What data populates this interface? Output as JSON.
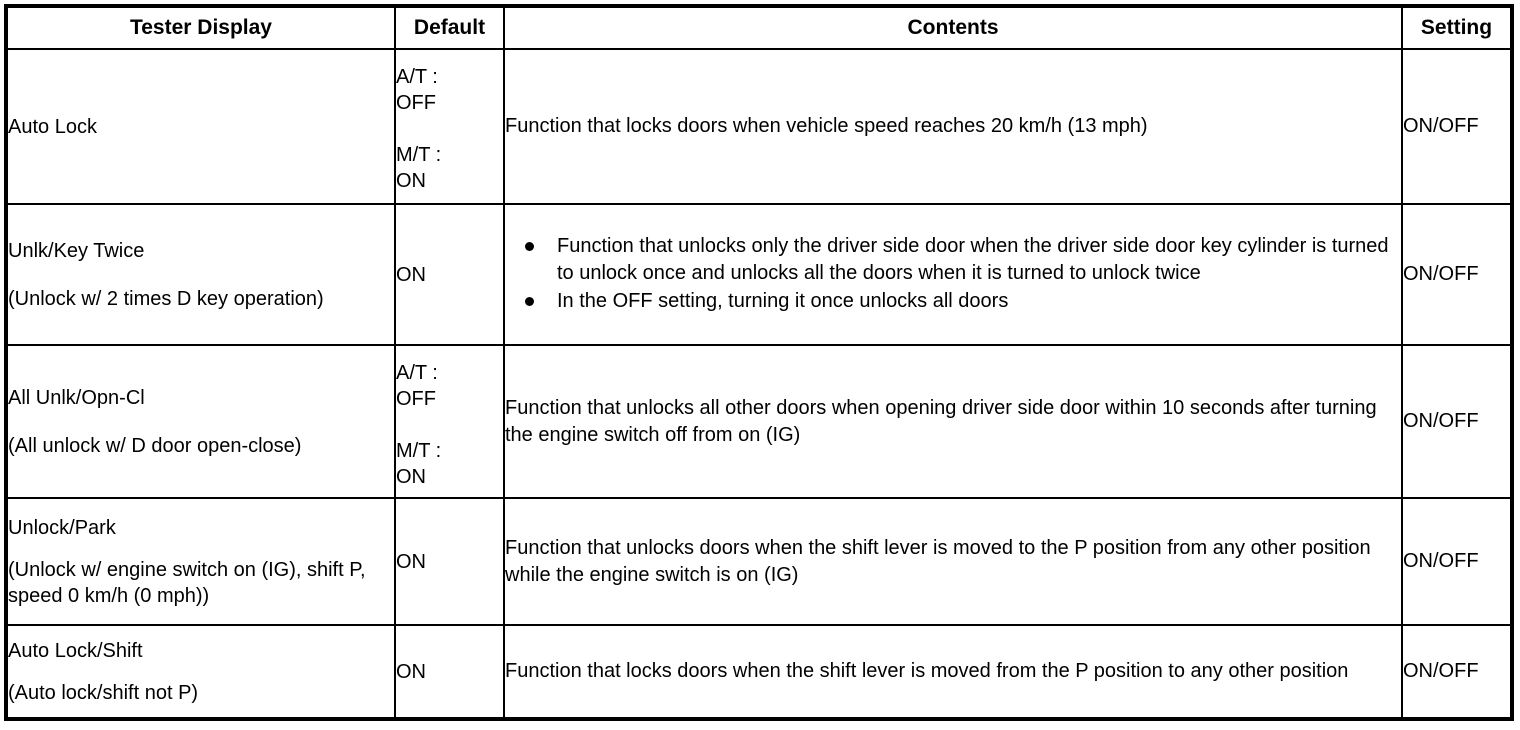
{
  "table": {
    "headers": {
      "tester_display": "Tester Display",
      "default": "Default",
      "contents": "Contents",
      "setting": "Setting"
    },
    "rows": [
      {
        "name": "Auto Lock",
        "alias": "",
        "default": "A/T :\nOFF\n\nM/T :\nON",
        "contents": "Function that locks doors when vehicle speed reaches 20 km/h (13 mph)",
        "bullets": [],
        "setting": "ON/OFF"
      },
      {
        "name": "Unlk/Key Twice",
        "alias": "(Unlock w/ 2 times D key operation)",
        "default": "ON",
        "contents": "",
        "bullets": [
          "Function that unlocks only the driver side door when the driver side door key cylinder is turned to unlock once and unlocks all the doors when it is turned to unlock twice",
          "In the OFF setting, turning it once unlocks all doors"
        ],
        "setting": "ON/OFF"
      },
      {
        "name": "All Unlk/Opn-Cl",
        "alias": "(All unlock w/ D door open-close)",
        "default": "A/T :\nOFF\n\nM/T :\nON",
        "contents": "Function that unlocks all other doors when opening driver side door within 10 seconds after turning the engine switch off from on (IG)",
        "bullets": [],
        "setting": "ON/OFF"
      },
      {
        "name": "Unlock/Park",
        "alias": "(Unlock w/ engine switch on (IG), shift P, speed 0 km/h (0 mph))",
        "default": "ON",
        "contents": "Function that unlocks doors when the shift lever is moved to the P position from any other position while the engine switch is on (IG)",
        "bullets": [],
        "setting": "ON/OFF"
      },
      {
        "name": "Auto Lock/Shift",
        "alias": "(Auto lock/shift not P)",
        "default": "ON",
        "contents": "Function that locks doors when the shift lever is moved from the P position to any other position",
        "bullets": [],
        "setting": "ON/OFF"
      }
    ]
  },
  "colors": {
    "border": "#000000",
    "text": "#000000",
    "background": "#ffffff"
  }
}
